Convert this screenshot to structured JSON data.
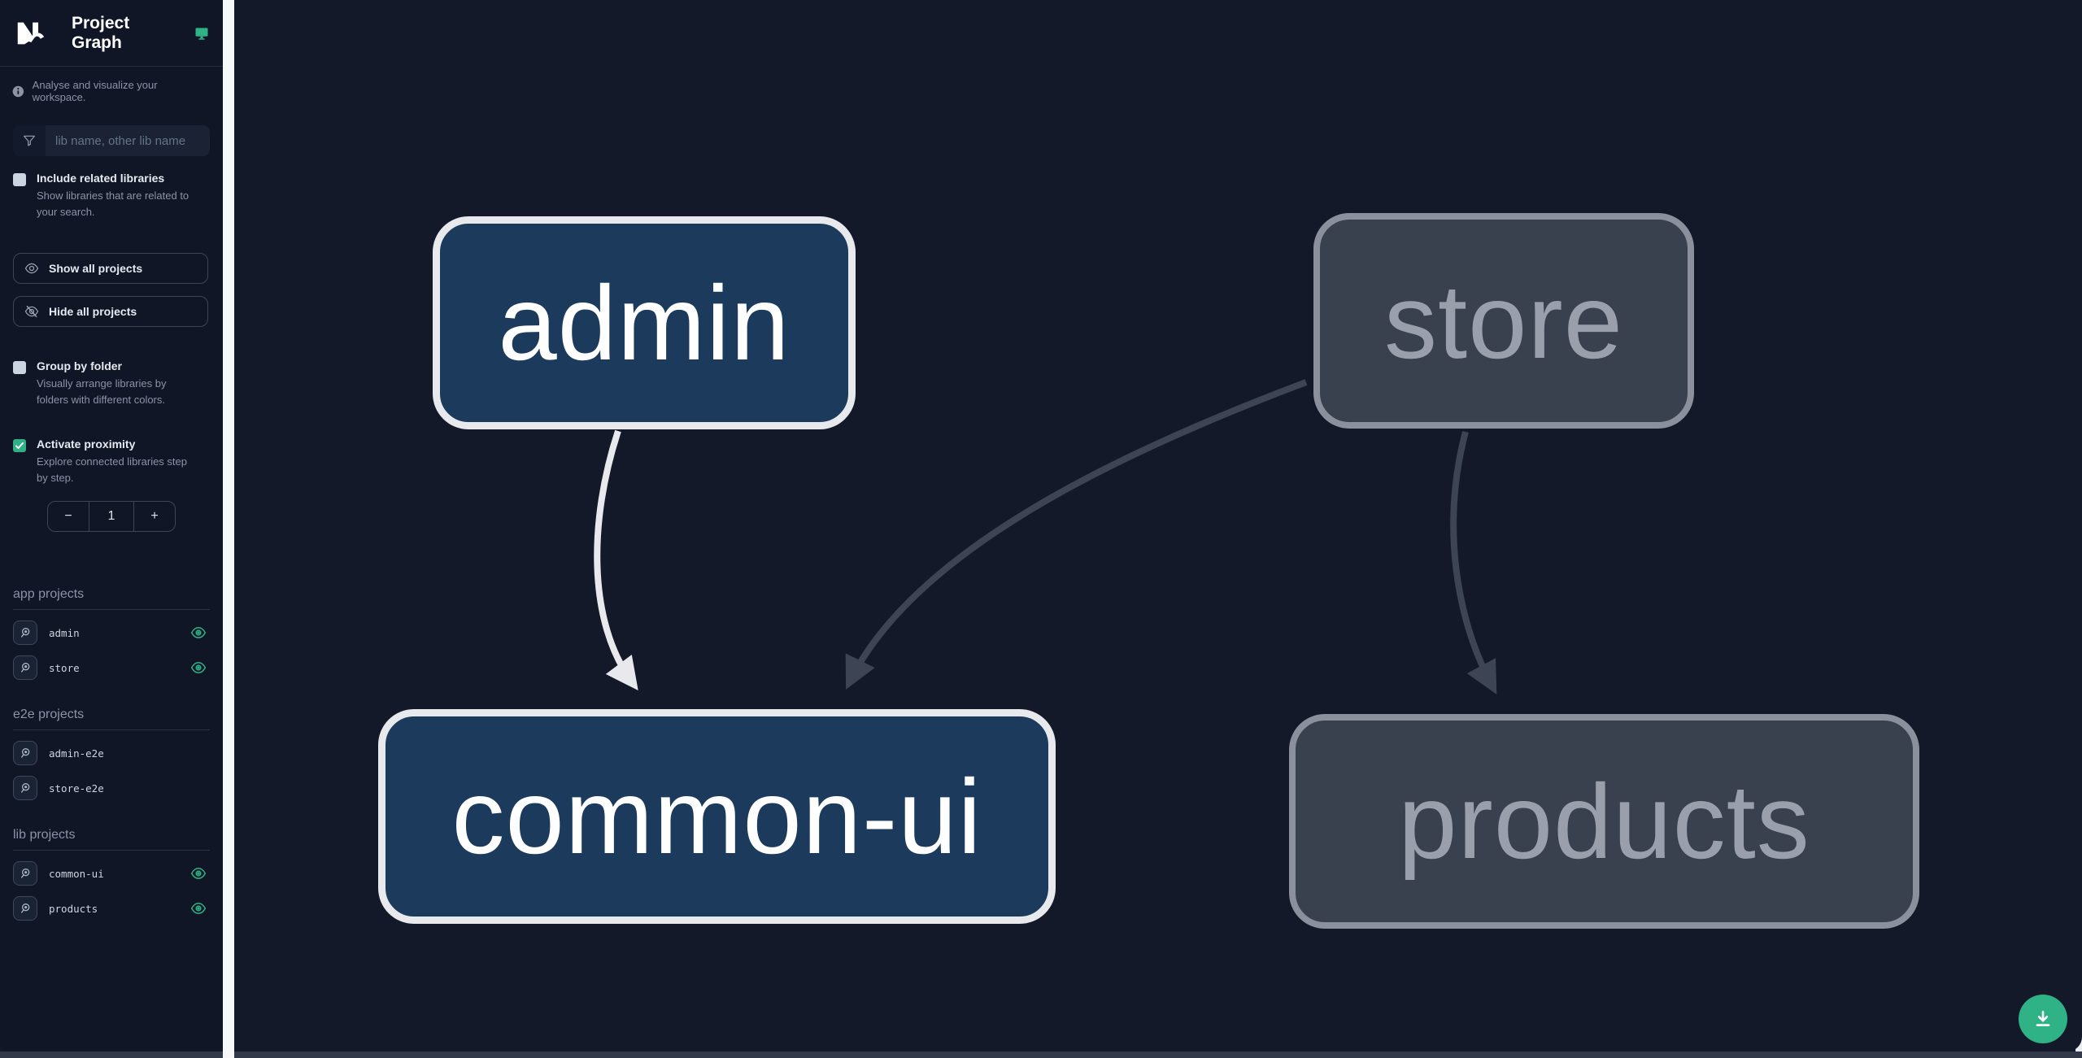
{
  "header": {
    "title": "Project Graph"
  },
  "sidebar": {
    "tagline": "Analyse and visualize your workspace.",
    "search": {
      "placeholder": "lib name, other lib name"
    },
    "checkbox_related": {
      "label": "Include related libraries",
      "description": "Show libraries that are related to your search.",
      "checked": false
    },
    "buttons": {
      "show_all": "Show all projects",
      "hide_all": "Hide all projects"
    },
    "checkbox_group": {
      "label": "Group by folder",
      "description": "Visually arrange libraries by folders with different colors.",
      "checked": false
    },
    "checkbox_proximity": {
      "label": "Activate proximity",
      "description": "Explore connected libraries step by step.",
      "checked": true
    },
    "stepper": {
      "decrement": "−",
      "value": "1",
      "increment": "+"
    },
    "sections": [
      {
        "title": "app projects",
        "items": [
          {
            "name": "admin",
            "visible": true
          },
          {
            "name": "store",
            "visible": true
          }
        ]
      },
      {
        "title": "e2e projects",
        "items": [
          {
            "name": "admin-e2e",
            "visible": false
          },
          {
            "name": "store-e2e",
            "visible": false
          }
        ]
      },
      {
        "title": "lib projects",
        "items": [
          {
            "name": "common-ui",
            "visible": true
          },
          {
            "name": "products",
            "visible": true
          }
        ]
      }
    ]
  },
  "graph": {
    "nodes": [
      {
        "id": "admin",
        "label": "admin",
        "state": "focused"
      },
      {
        "id": "store",
        "label": "store",
        "state": "unfocused"
      },
      {
        "id": "common-ui",
        "label": "common-ui",
        "state": "focused"
      },
      {
        "id": "products",
        "label": "products",
        "state": "unfocused"
      }
    ],
    "edges": [
      {
        "from": "admin",
        "to": "common-ui",
        "highlighted": true
      },
      {
        "from": "store",
        "to": "common-ui",
        "highlighted": false
      },
      {
        "from": "store",
        "to": "products",
        "highlighted": false
      }
    ]
  },
  "colors": {
    "accent_green": "#2eb286",
    "focused_node_fill": "#1b3a5c",
    "focused_node_border": "#e7e9ec",
    "unfocused_node_fill": "#3a414e",
    "unfocused_node_border": "#8a919c",
    "edge_highlight": "#e7e9ec",
    "edge_muted": "#3d4454",
    "canvas_bg": "#131928",
    "sidebar_bg": "#101626"
  }
}
